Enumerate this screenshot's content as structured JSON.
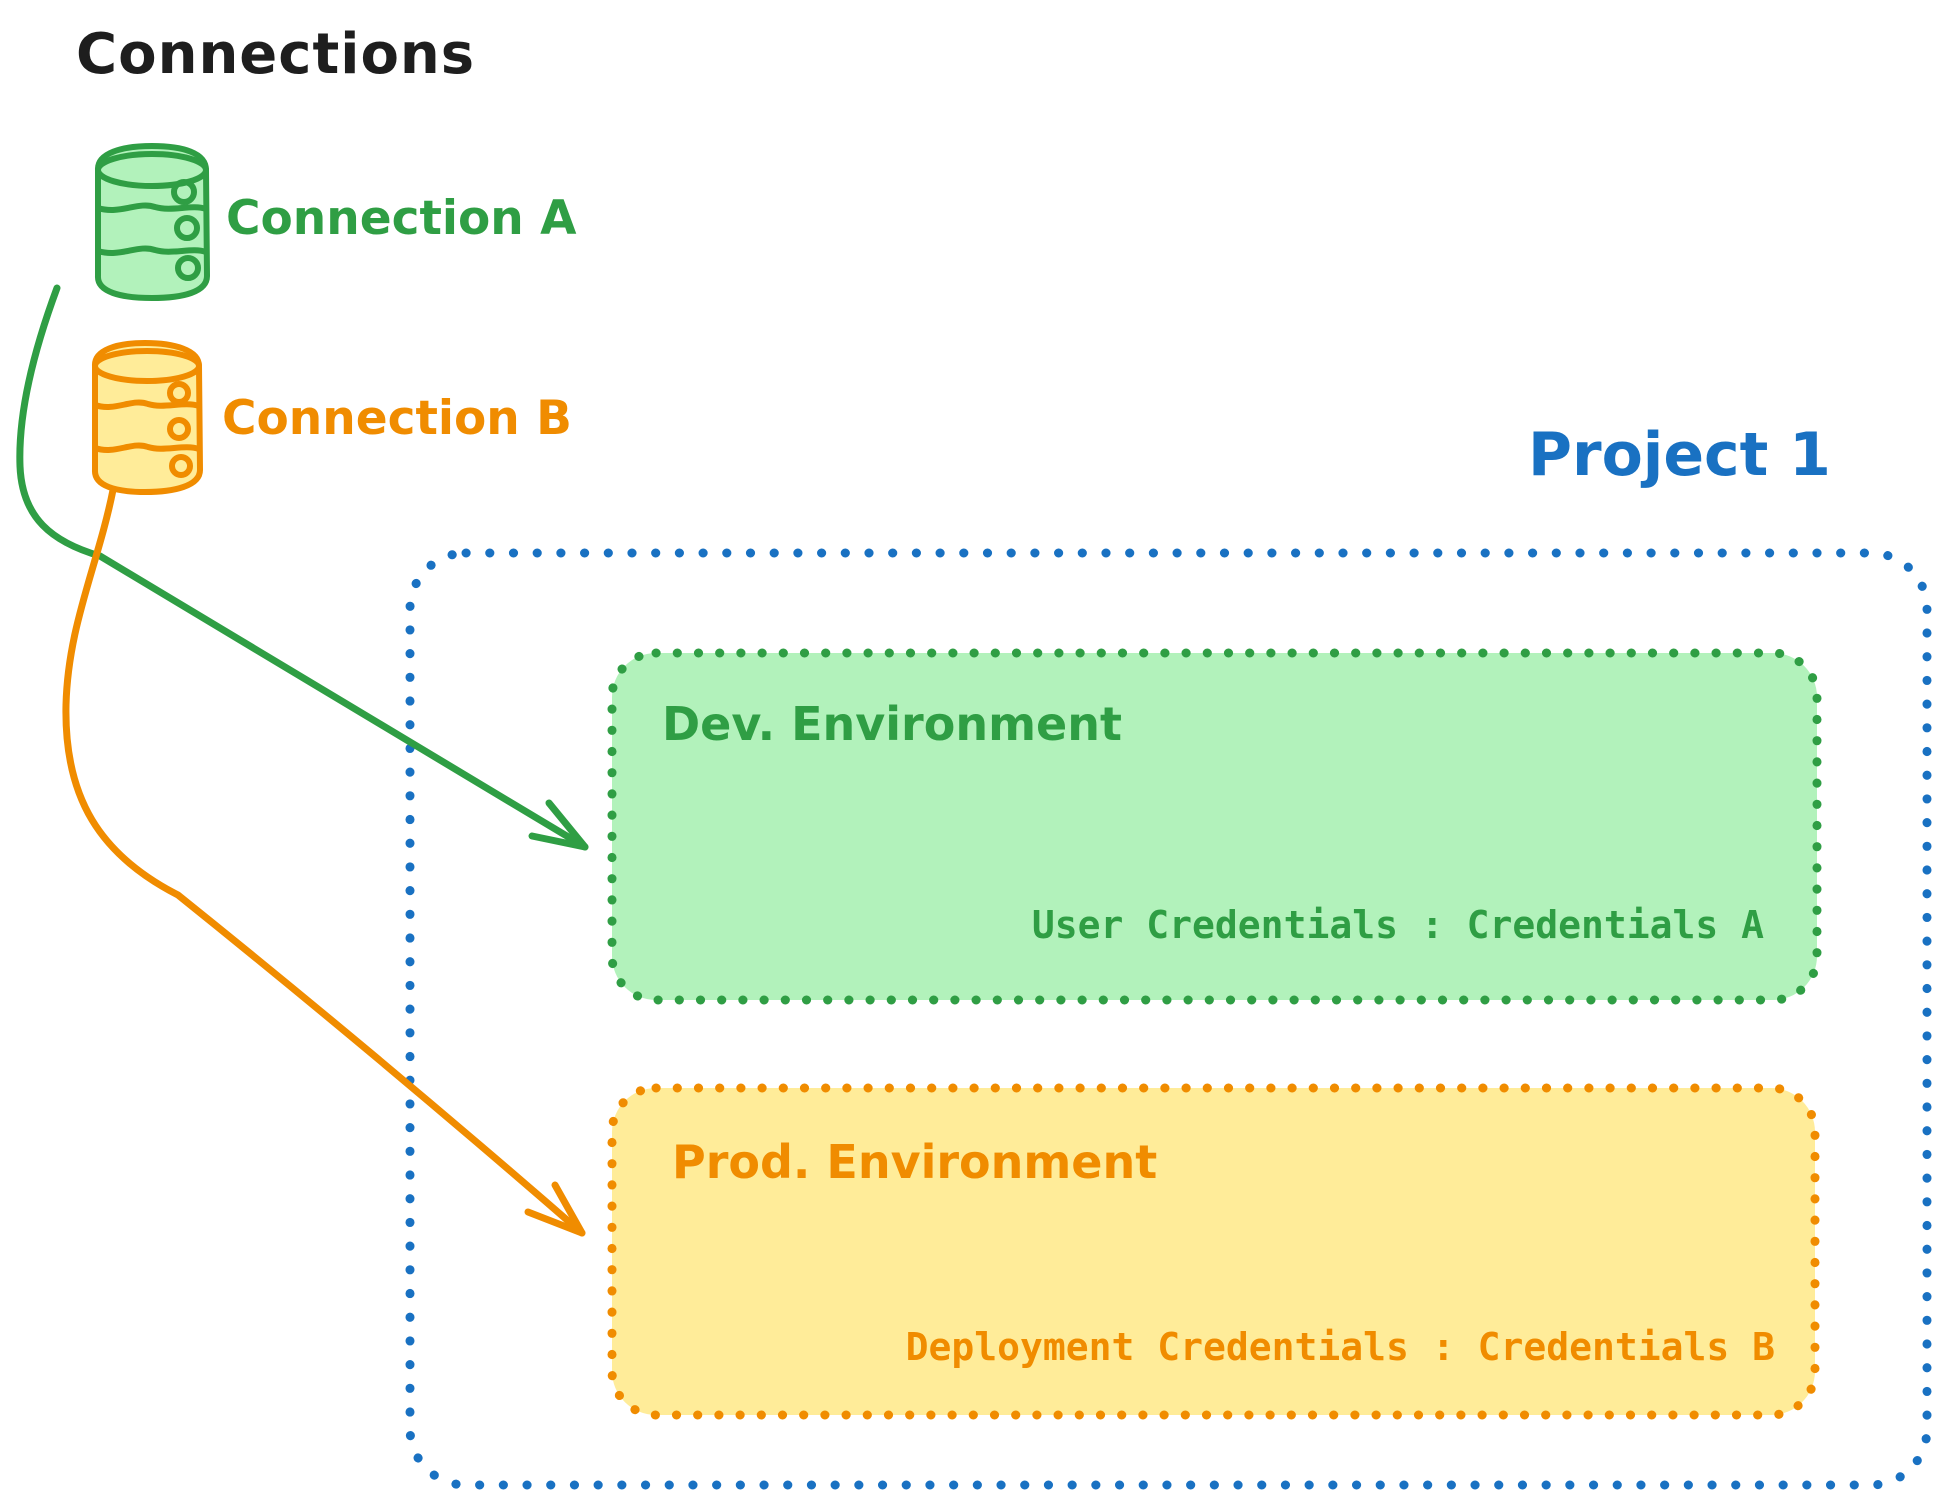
{
  "diagram": {
    "title": "Connections",
    "colors": {
      "ink": "#1e1e1e",
      "green_stroke": "#2f9e44",
      "green_fill": "#b2f2bb",
      "orange_stroke": "#f08c00",
      "orange_fill": "#ffec99",
      "blue_stroke": "#1971c2",
      "background": "#ffffff"
    },
    "connections": {
      "a": {
        "label": "Connection A",
        "icon": "database-icon",
        "color": "#2f9e44"
      },
      "b": {
        "label": "Connection B",
        "icon": "database-icon",
        "color": "#f08c00"
      }
    },
    "project": {
      "title": "Project 1",
      "dev": {
        "label": "Dev. Environment",
        "credentials": "User Credentials : Credentials A"
      },
      "prod": {
        "label": "Prod. Environment",
        "credentials": "Deployment Credentials : Credentials B"
      }
    },
    "arrows": {
      "a_to_dev": "Connection A to Dev. Environment",
      "b_to_prod": "Connection B to Prod. Environment"
    }
  }
}
